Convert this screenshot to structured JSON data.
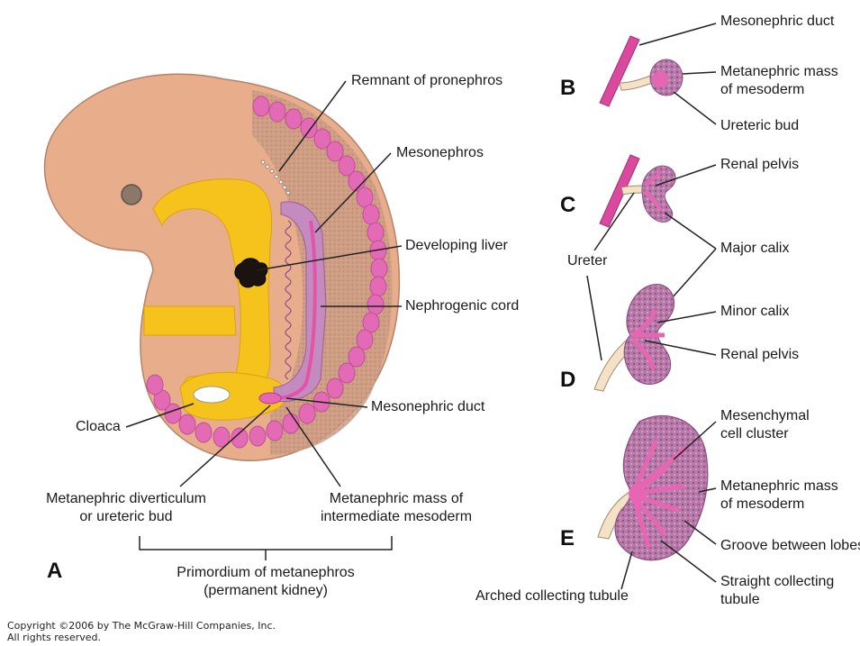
{
  "panels": {
    "a": "A",
    "b": "B",
    "c": "C",
    "d": "D",
    "e": "E"
  },
  "labels": {
    "remnant_pronephros": "Remnant of pronephros",
    "mesonephros": "Mesonephros",
    "developing_liver": "Developing liver",
    "nephrogenic_cord": "Nephrogenic cord",
    "mesonephric_duct_a": "Mesonephric duct",
    "cloaca": "Cloaca",
    "metanephric_diverticulum_1": "Metanephric diverticulum",
    "metanephric_diverticulum_2": "or ureteric bud",
    "metanephric_mass_a_1": "Metanephric mass of",
    "metanephric_mass_a_2": "intermediate mesoderm",
    "primordium_1": "Primordium of metanephros",
    "primordium_2": "(permanent kidney)",
    "mesonephric_duct_b": "Mesonephric duct",
    "metanephric_mass_b_1": "Metanephric mass",
    "metanephric_mass_b_2": "of mesoderm",
    "ureteric_bud_b": "Ureteric bud",
    "renal_pelvis_c": "Renal pelvis",
    "major_calix": "Major calix",
    "ureter": "Ureter",
    "minor_calix": "Minor calix",
    "renal_pelvis_d": "Renal pelvis",
    "mesenchymal_1": "Mesenchymal",
    "mesenchymal_2": "cell cluster",
    "metanephric_mass_e_1": "Metanephric mass",
    "metanephric_mass_e_2": "of mesoderm",
    "groove_between_lobes": "Groove between lobes",
    "straight_collecting_1": "Straight collecting",
    "straight_collecting_2": "tubule",
    "arched_collecting_tubule": "Arched collecting tubule"
  },
  "copyright": {
    "line1": "Copyright ©2006 by The McGraw-Hill Companies, Inc.",
    "line2": "All rights reserved."
  },
  "colors": {
    "embryo_skin": "#e9b08e",
    "embryo_dark": "#c99478",
    "gut_yellow": "#f7c21a",
    "somite_pink": "#e66ab8",
    "duct_magenta": "#d94a9e",
    "kidney_mauve": "#b87aaa",
    "kidney_dotted": "#c890b8",
    "ureter_cream": "#f3e2c6"
  }
}
